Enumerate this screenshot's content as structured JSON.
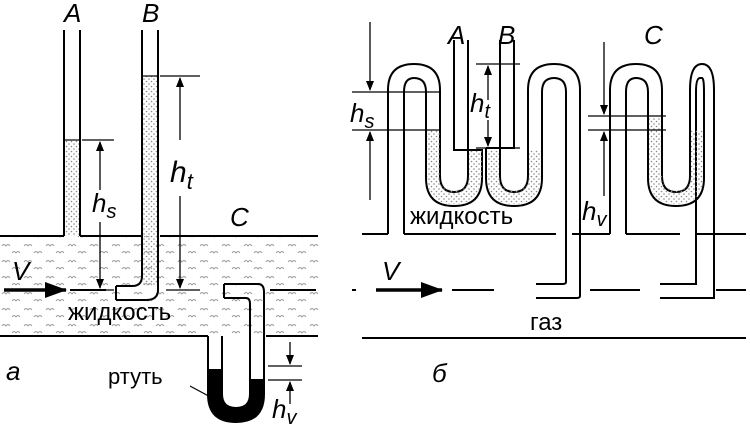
{
  "panel_a": {
    "tube_a": "A",
    "tube_b": "B",
    "tube_c": "C",
    "flow": "V",
    "hs": {
      "main": "h",
      "sub": "s"
    },
    "ht": {
      "main": "h",
      "sub": "t"
    },
    "hv": {
      "main": "h",
      "sub": "v"
    },
    "liquid": "жидкость",
    "mercury": "ртуть",
    "panel_letter": "а"
  },
  "panel_b": {
    "tube_a": "A",
    "tube_b": "B",
    "tube_c": "C",
    "flow": "V",
    "hs": {
      "main": "h",
      "sub": "s"
    },
    "ht": {
      "main": "h",
      "sub": "t"
    },
    "hv": {
      "main": "h",
      "sub": "v"
    },
    "liquid": "жидкость",
    "gas": "газ",
    "panel_letter": "б"
  }
}
